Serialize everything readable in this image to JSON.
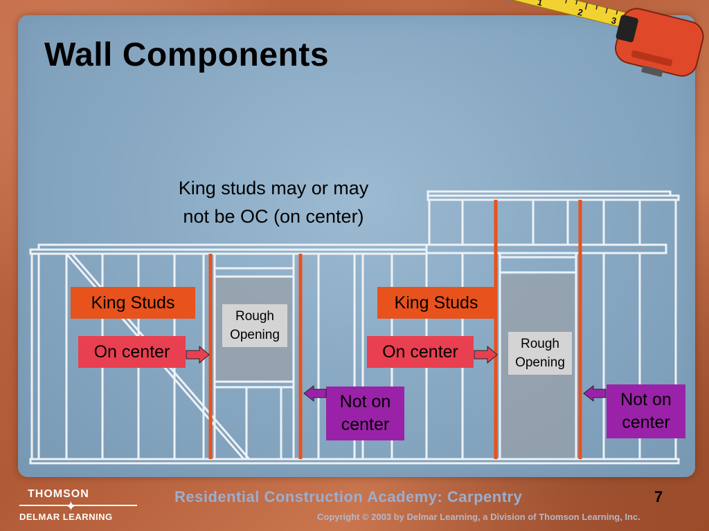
{
  "slide": {
    "title": "Wall Components",
    "caption_line1": "King studs may or may",
    "caption_line2": "not be OC (on center)",
    "page_number": "7"
  },
  "labels": {
    "king_studs_left": "King Studs",
    "king_studs_right": "King Studs",
    "on_center_left": "On center",
    "on_center_right": "On center",
    "rough_opening_left": [
      "Rough",
      "Opening"
    ],
    "rough_opening_right": [
      "Rough",
      "Opening"
    ],
    "not_on_center_left": [
      "Not on",
      "center"
    ],
    "not_on_center_right": [
      "Not on",
      "center"
    ]
  },
  "footer": {
    "brand_top": "THOMSON",
    "brand_bottom": "DELMAR LEARNING",
    "course_title": "Residential Construction Academy: Carpentry",
    "copyright": "Copyright © 2003 by Delmar Learning, a Division of Thomson Learning, Inc."
  },
  "tape_measure": {
    "tick_numbers": [
      "1",
      "2",
      "3"
    ]
  },
  "colors": {
    "king_studs": "#e8521c",
    "on_center": "#e84050",
    "not_on_center": "#9a22a8",
    "rough_opening": "#d4d4d4",
    "stud_highlight": "#e8521c",
    "panel": "#8aaac4"
  }
}
